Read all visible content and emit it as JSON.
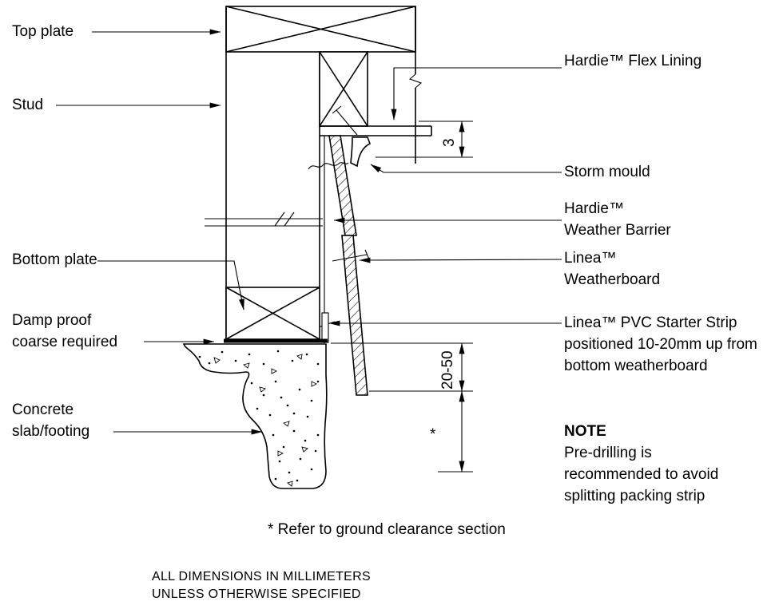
{
  "labels": {
    "top_plate": "Top plate",
    "stud": "Stud",
    "bottom_plate": "Bottom plate",
    "damp_proof": "Damp proof coarse required",
    "concrete_slab": "Concrete slab/footing",
    "flex_lining": "Hardie™ Flex Lining",
    "storm_mould": "Storm mould",
    "weather_barrier": "Hardie™ Weather Barrier",
    "weatherboard": "Linea™ Weatherboard",
    "starter_strip": "Linea™ PVC Starter Strip positioned 10-20mm up from bottom weatherboard"
  },
  "note": {
    "title": "NOTE",
    "body": "Pre-drilling is recommended to avoid splitting packing strip"
  },
  "dimensions": {
    "lining_gap_mm": "3",
    "ground_clearance_mm": "20-50",
    "asterisk": "*"
  },
  "footnotes": {
    "ground_clearance": "* Refer to ground clearance section",
    "units_line1": "ALL DIMENSIONS IN MILLIMETERS",
    "units_line2": "UNLESS OTHERWISE SPECIFIED"
  },
  "colors": {
    "line": "#000000",
    "background": "#ffffff"
  }
}
